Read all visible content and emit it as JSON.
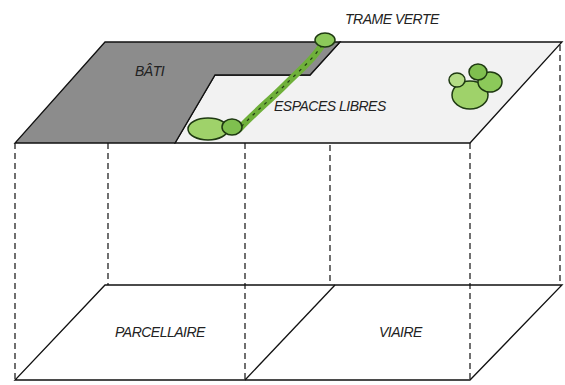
{
  "diagram": {
    "nodes": [
      {
        "text": [
          "BÂTI"
        ]
      },
      {
        "text": [
          "ESPACES LIBRES"
        ]
      },
      {
        "text": [
          "PARCELLAIRE"
        ]
      },
      {
        "text": [
          "VIAIRE"
        ]
      }
    ],
    "labels": [
      "TRAME VERTE"
    ]
  }
}
